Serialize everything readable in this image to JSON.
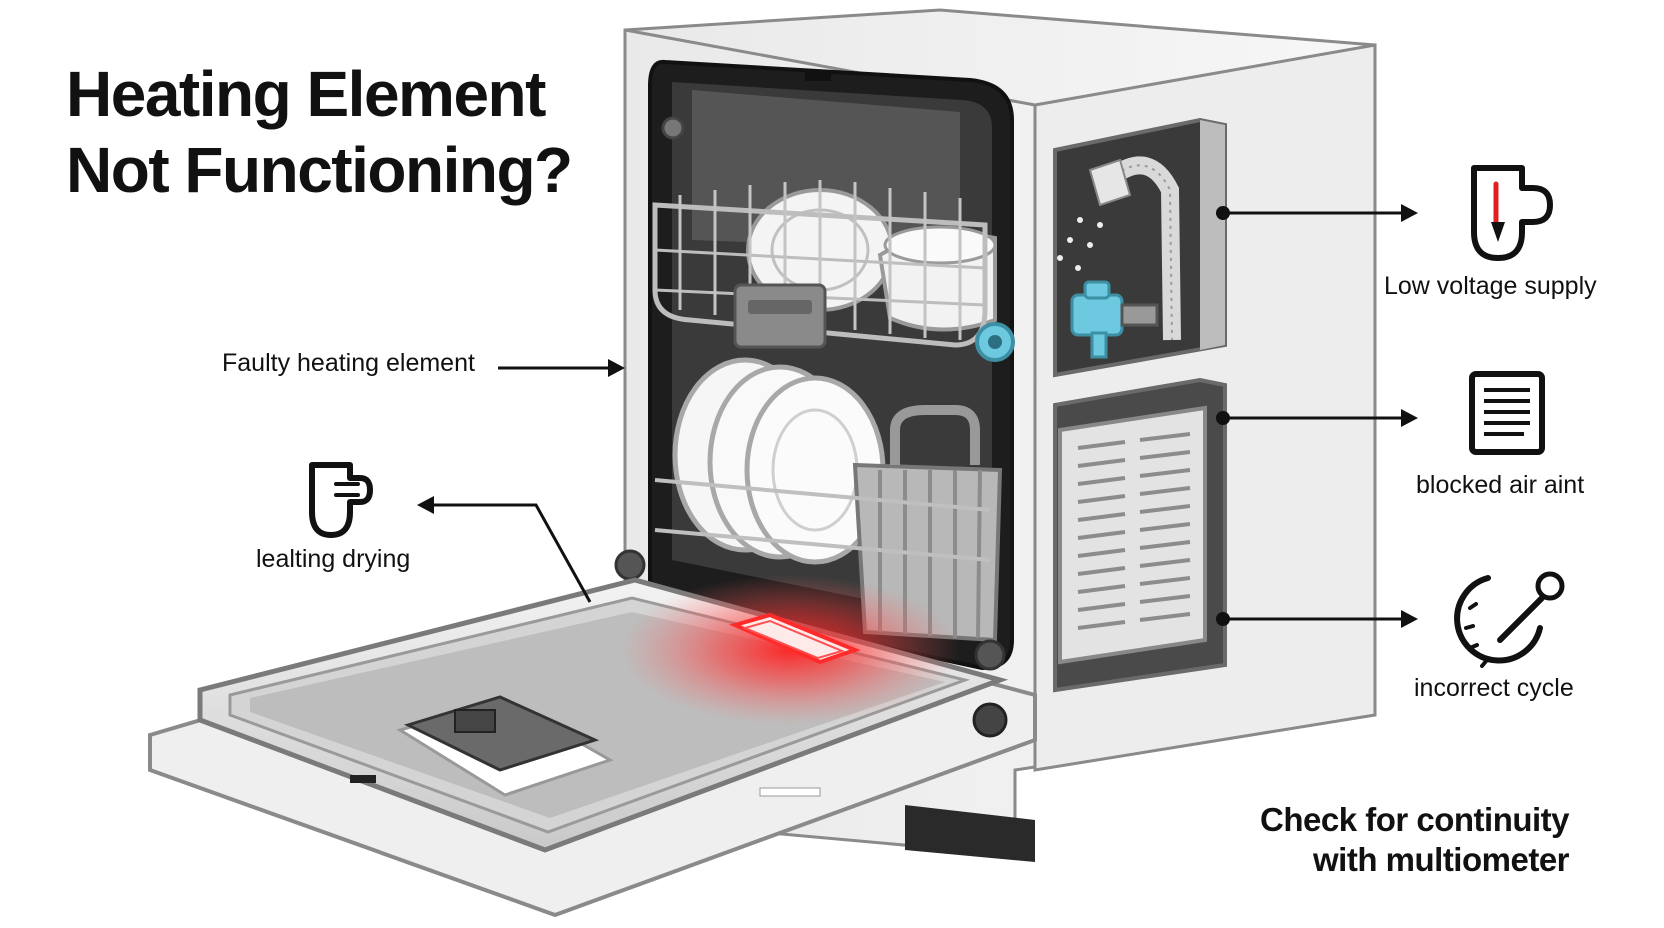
{
  "title": {
    "line1": "Heating Element",
    "line2": "Not Functioning?"
  },
  "callouts": {
    "faulty_heating_element": "Faulty heating element",
    "drying": "lealting drying",
    "low_voltage": "Low voltage supply",
    "blocked_air": "blocked air aint",
    "incorrect_cycle": "incorrect cycle"
  },
  "note": {
    "line1": "Check for continuity",
    "line2": "with multiometer"
  },
  "colors": {
    "heater_glow": "#ff2a2a",
    "valve": "#6cc9e0",
    "outline": "#111111"
  },
  "icons": [
    "plug-thermometer-icon",
    "drying-cup-icon",
    "vent-document-icon",
    "cycle-dial-icon"
  ]
}
